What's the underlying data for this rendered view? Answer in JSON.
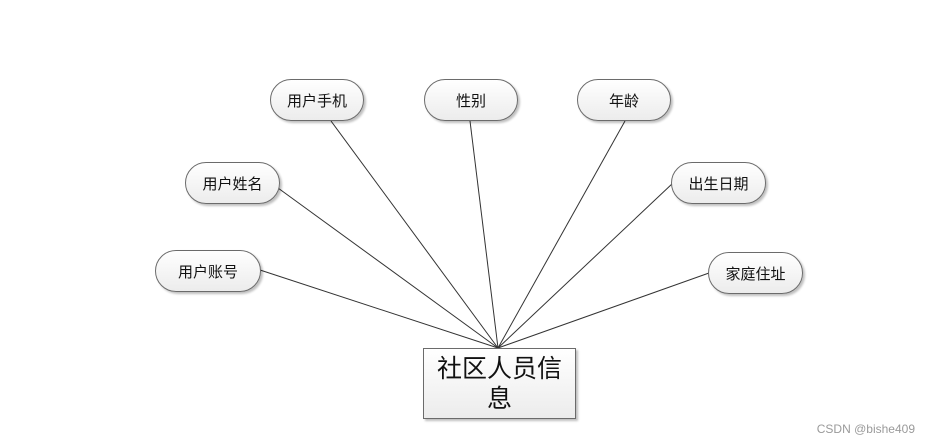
{
  "diagram": {
    "entity": "社区人员信息",
    "attributes": {
      "phone": "用户手机",
      "gender": "性别",
      "age": "年龄",
      "name": "用户姓名",
      "birthdate": "出生日期",
      "account": "用户账号",
      "address": "家庭住址"
    }
  },
  "watermark": "CSDN @bishe409"
}
